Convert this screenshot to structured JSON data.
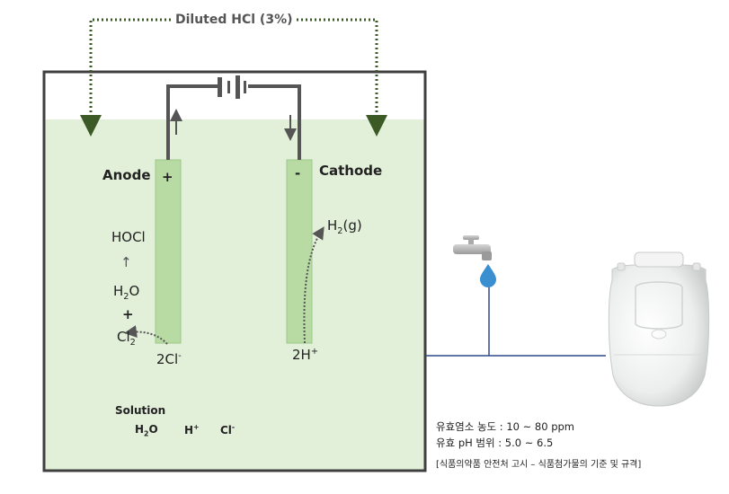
{
  "title": "Diluted HCl (3%)",
  "anode": {
    "label": "Anode",
    "sign": "+"
  },
  "cathode": {
    "label": "Cathode",
    "sign": "-"
  },
  "anode_chem": {
    "hocl": "HOCl",
    "up_arrow": "↑",
    "water": {
      "base": "H",
      "sub": "2",
      "rest": "O"
    },
    "plus": "+",
    "chlorine": {
      "base": "Cl",
      "sub": "2"
    },
    "chloride": {
      "base": "2Cl",
      "sup": "-"
    }
  },
  "cathode_chem": {
    "hydrogen_gas": {
      "base": "H",
      "sub": "2",
      "rest": "(g)"
    },
    "hydrogen_ion": {
      "base": "2H",
      "sup": "+"
    }
  },
  "solution": {
    "label": "Solution",
    "species": [
      {
        "base": "H",
        "sub": "2",
        "rest": "O"
      },
      {
        "base": "H",
        "sup": "+"
      },
      {
        "base": "Cl",
        "sup": "-"
      }
    ]
  },
  "notes": {
    "chlorine_conc": "유효염소 농도 : 10 ~ 80 ppm",
    "ph_range": "유효 pH 범위 : 5.0 ~ 6.5",
    "source": "[식품의약품 안전처 고시 – 식품첨가물의 기준 및 규격]"
  },
  "colors": {
    "solution": "#e2efd9",
    "electrode": "#b8dba4",
    "wire": "#555555",
    "dotted_arrow": "#3c5a26",
    "water_drop": "#3a8fd0",
    "pipe": "#2e4a8a"
  }
}
